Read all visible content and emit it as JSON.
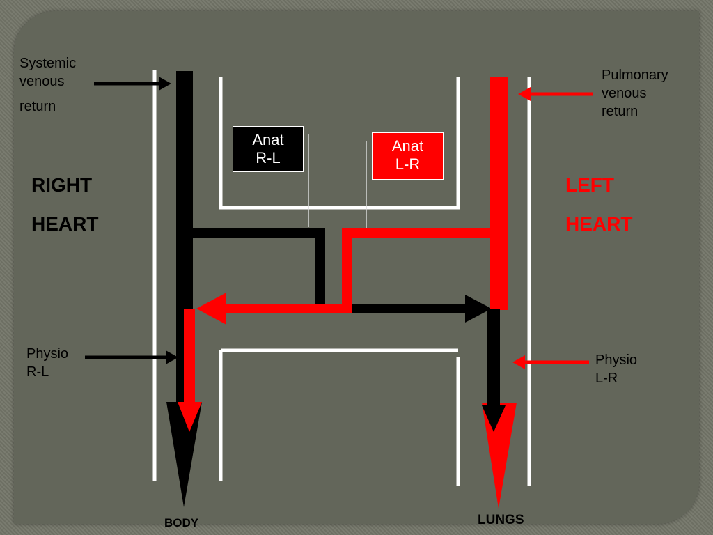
{
  "labels": {
    "systemic_line1": "Systemic",
    "systemic_line2": "venous",
    "systemic_line3": "return",
    "pulmonary_line1": "Pulmonary",
    "pulmonary_line2": "venous",
    "pulmonary_line3": "return",
    "right_line1": "RIGHT",
    "right_line2": "HEART",
    "left_line1": "LEFT",
    "left_line2": "HEART",
    "anat_rl_line1": "Anat",
    "anat_rl_line2": "R-L",
    "anat_lr_line1": "Anat",
    "anat_lr_line2": "L-R",
    "physio_rl_line1": "Physio",
    "physio_rl_line2": "R-L",
    "physio_lr_line1": "Physio",
    "physio_lr_line2": "L-R",
    "body": "BODY",
    "lungs": "LUNGS"
  },
  "colors": {
    "deoxygenated": "#000000",
    "oxygenated": "#ff0000",
    "walls": "#ffffff",
    "background": "#63665a"
  }
}
